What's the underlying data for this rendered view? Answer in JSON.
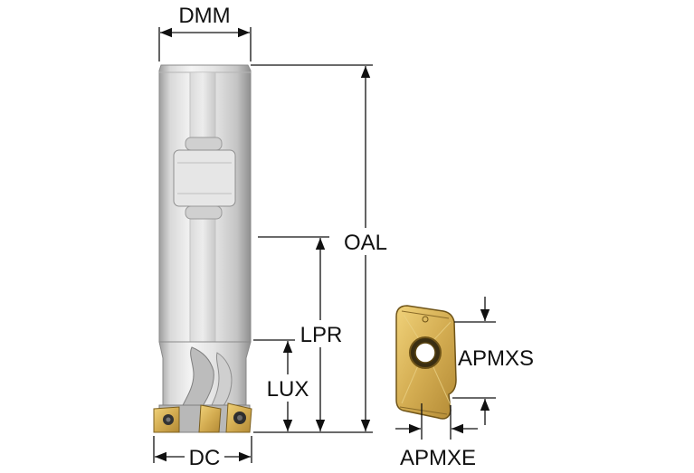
{
  "labels": {
    "dmm": "DMM",
    "oal": "OAL",
    "lpr": "LPR",
    "lux": "LUX",
    "dc": "DC",
    "apmxs": "APMXS",
    "apmxe": "APMXE"
  },
  "colors": {
    "dimension_line": "#111111",
    "shank_light": "#f2f2f2",
    "shank_mid": "#d6d6d6",
    "shank_dark": "#a9a9a9",
    "insert_gold": "#d9b65a",
    "insert_gold_dark": "#a8843a"
  }
}
